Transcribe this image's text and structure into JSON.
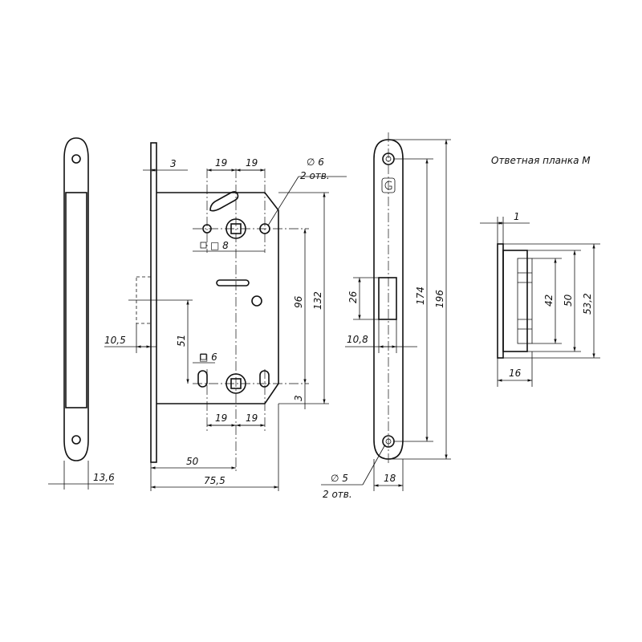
{
  "title": "Ответная планка М",
  "dims": {
    "d3": "3",
    "d19a": "19",
    "d19b": "19",
    "dia6": "∅ 6",
    "holes6": "2 отв.",
    "sq8": "□ 8",
    "d96": "96",
    "d132": "132",
    "d10_5": "10,5",
    "d51": "51",
    "sq6": "□ 6",
    "d3b": "3",
    "d19c": "19",
    "d19d": "19",
    "d50": "50",
    "d75_5": "75,5",
    "d13_6": "13,6",
    "d26": "26",
    "d174": "174",
    "d196": "196",
    "d10_8": "10,8",
    "dia5": "∅ 5",
    "holes5": "2 отв.",
    "d18": "18",
    "d1": "1",
    "d42": "42",
    "d50b": "50",
    "d53_2": "53,2",
    "d16": "16"
  }
}
